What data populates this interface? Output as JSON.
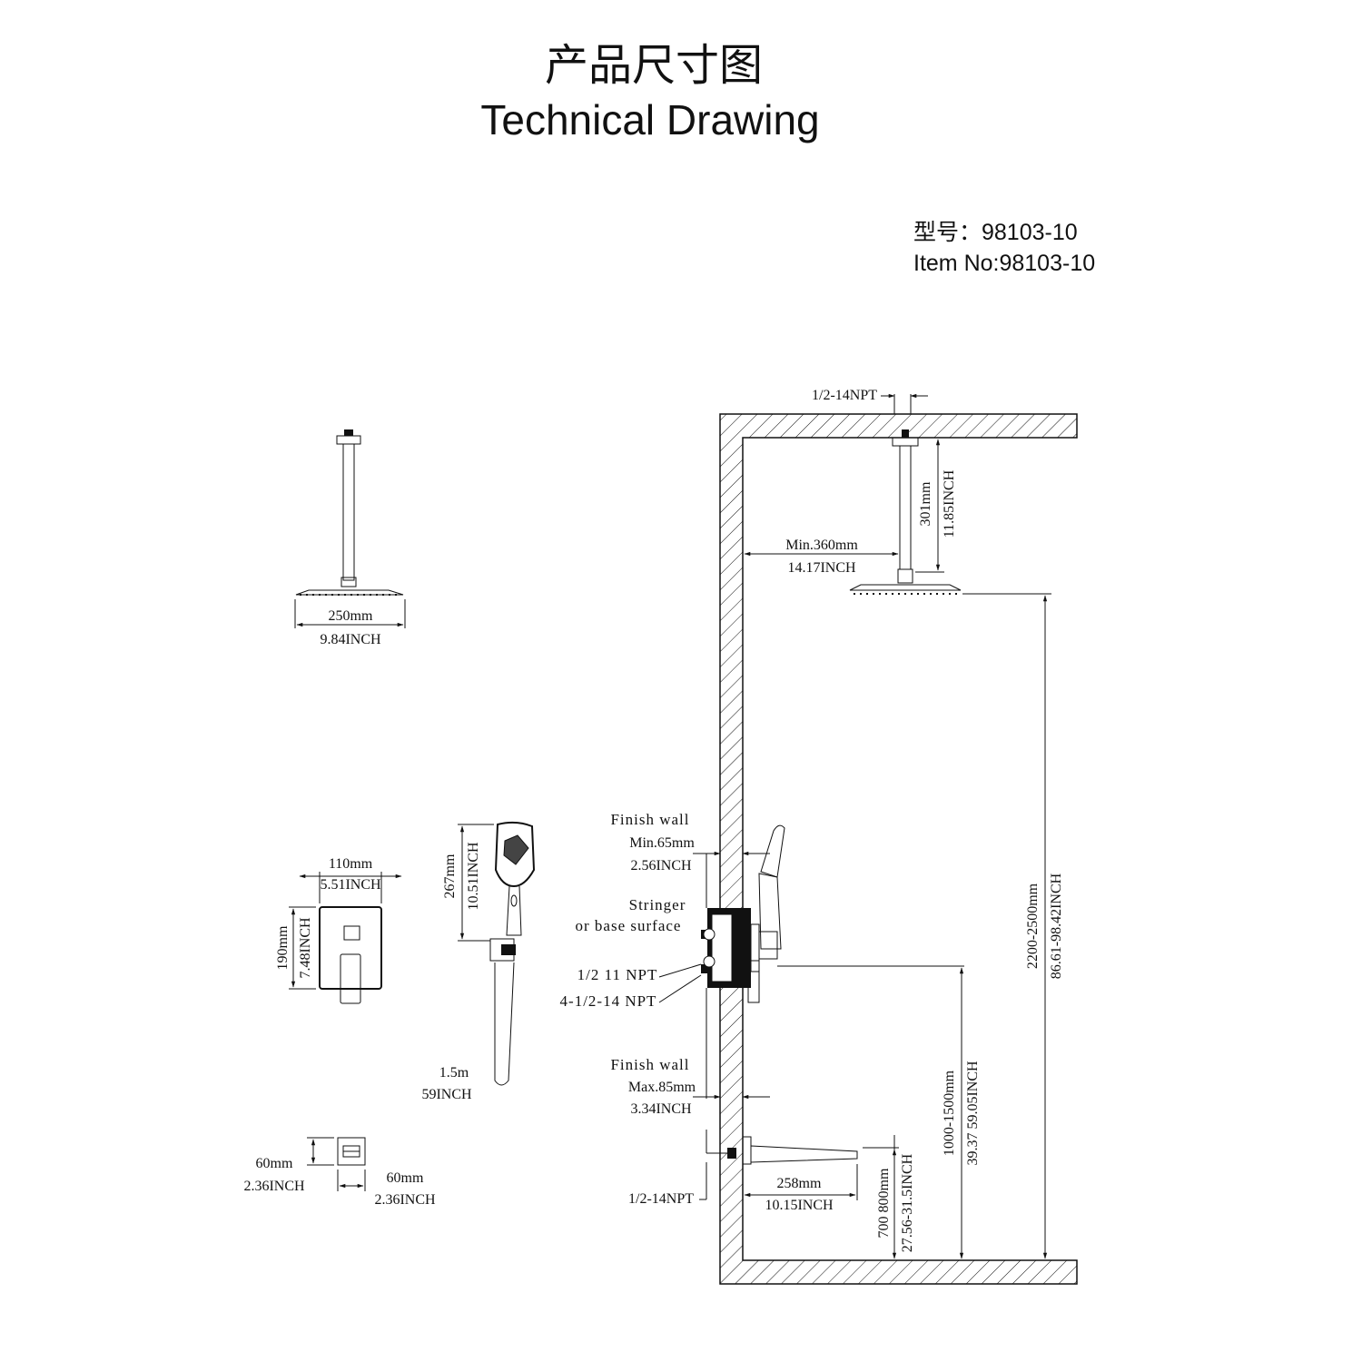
{
  "title": {
    "cn": "产品尺寸图",
    "en": "Technical Drawing"
  },
  "item": {
    "cn_line": "型号：98103-10",
    "en_line": "Item No:98103-10"
  },
  "left_parts": {
    "rain_head_width": {
      "mm": "250mm",
      "inch": "9.84INCH"
    },
    "valve_plate_width": {
      "mm": "110mm",
      "inch": "5.51INCH"
    },
    "valve_plate_height": {
      "mm": "190mm",
      "inch": "7.48INCH"
    },
    "hand_shower_length": {
      "mm": "267mm",
      "inch": "10.51INCH"
    },
    "hose_length": {
      "m": "1.5m",
      "inch": "59INCH"
    },
    "outlet_height": {
      "mm": "60mm",
      "inch": "2.36INCH"
    },
    "outlet_width": {
      "mm": "60mm",
      "inch": "2.36INCH"
    }
  },
  "installation": {
    "top_thread": "1/2-14NPT",
    "arm_drop": {
      "mm": "301mm",
      "inch": "11.85INCH"
    },
    "min_clearance": {
      "mm": "Min.360mm",
      "inch": "14.17INCH"
    },
    "finish_wall_min": {
      "label": "Finish wall",
      "mm": "Min.65mm",
      "inch": "2.56INCH"
    },
    "stringer": {
      "line1": "Stringer",
      "line2": "or base surface"
    },
    "valve_thread_1": "1/2 11 NPT",
    "valve_thread_2": "4-1/2-14 NPT",
    "finish_wall_max": {
      "label": "Finish wall",
      "mm": "Max.85mm",
      "inch": "3.34INCH"
    },
    "spout_thread": "1/2-14NPT",
    "spout_length": {
      "mm": "258mm",
      "inch": "10.15INCH"
    },
    "head_height": {
      "mm": "2200-2500mm",
      "inch": "86.61-98.42INCH"
    },
    "valve_height": {
      "mm": "1000-1500mm",
      "inch": "39.37 59.05INCH"
    },
    "spout_height": {
      "mm": "700 800mm",
      "inch": "27.56-31.5INCH"
    }
  }
}
